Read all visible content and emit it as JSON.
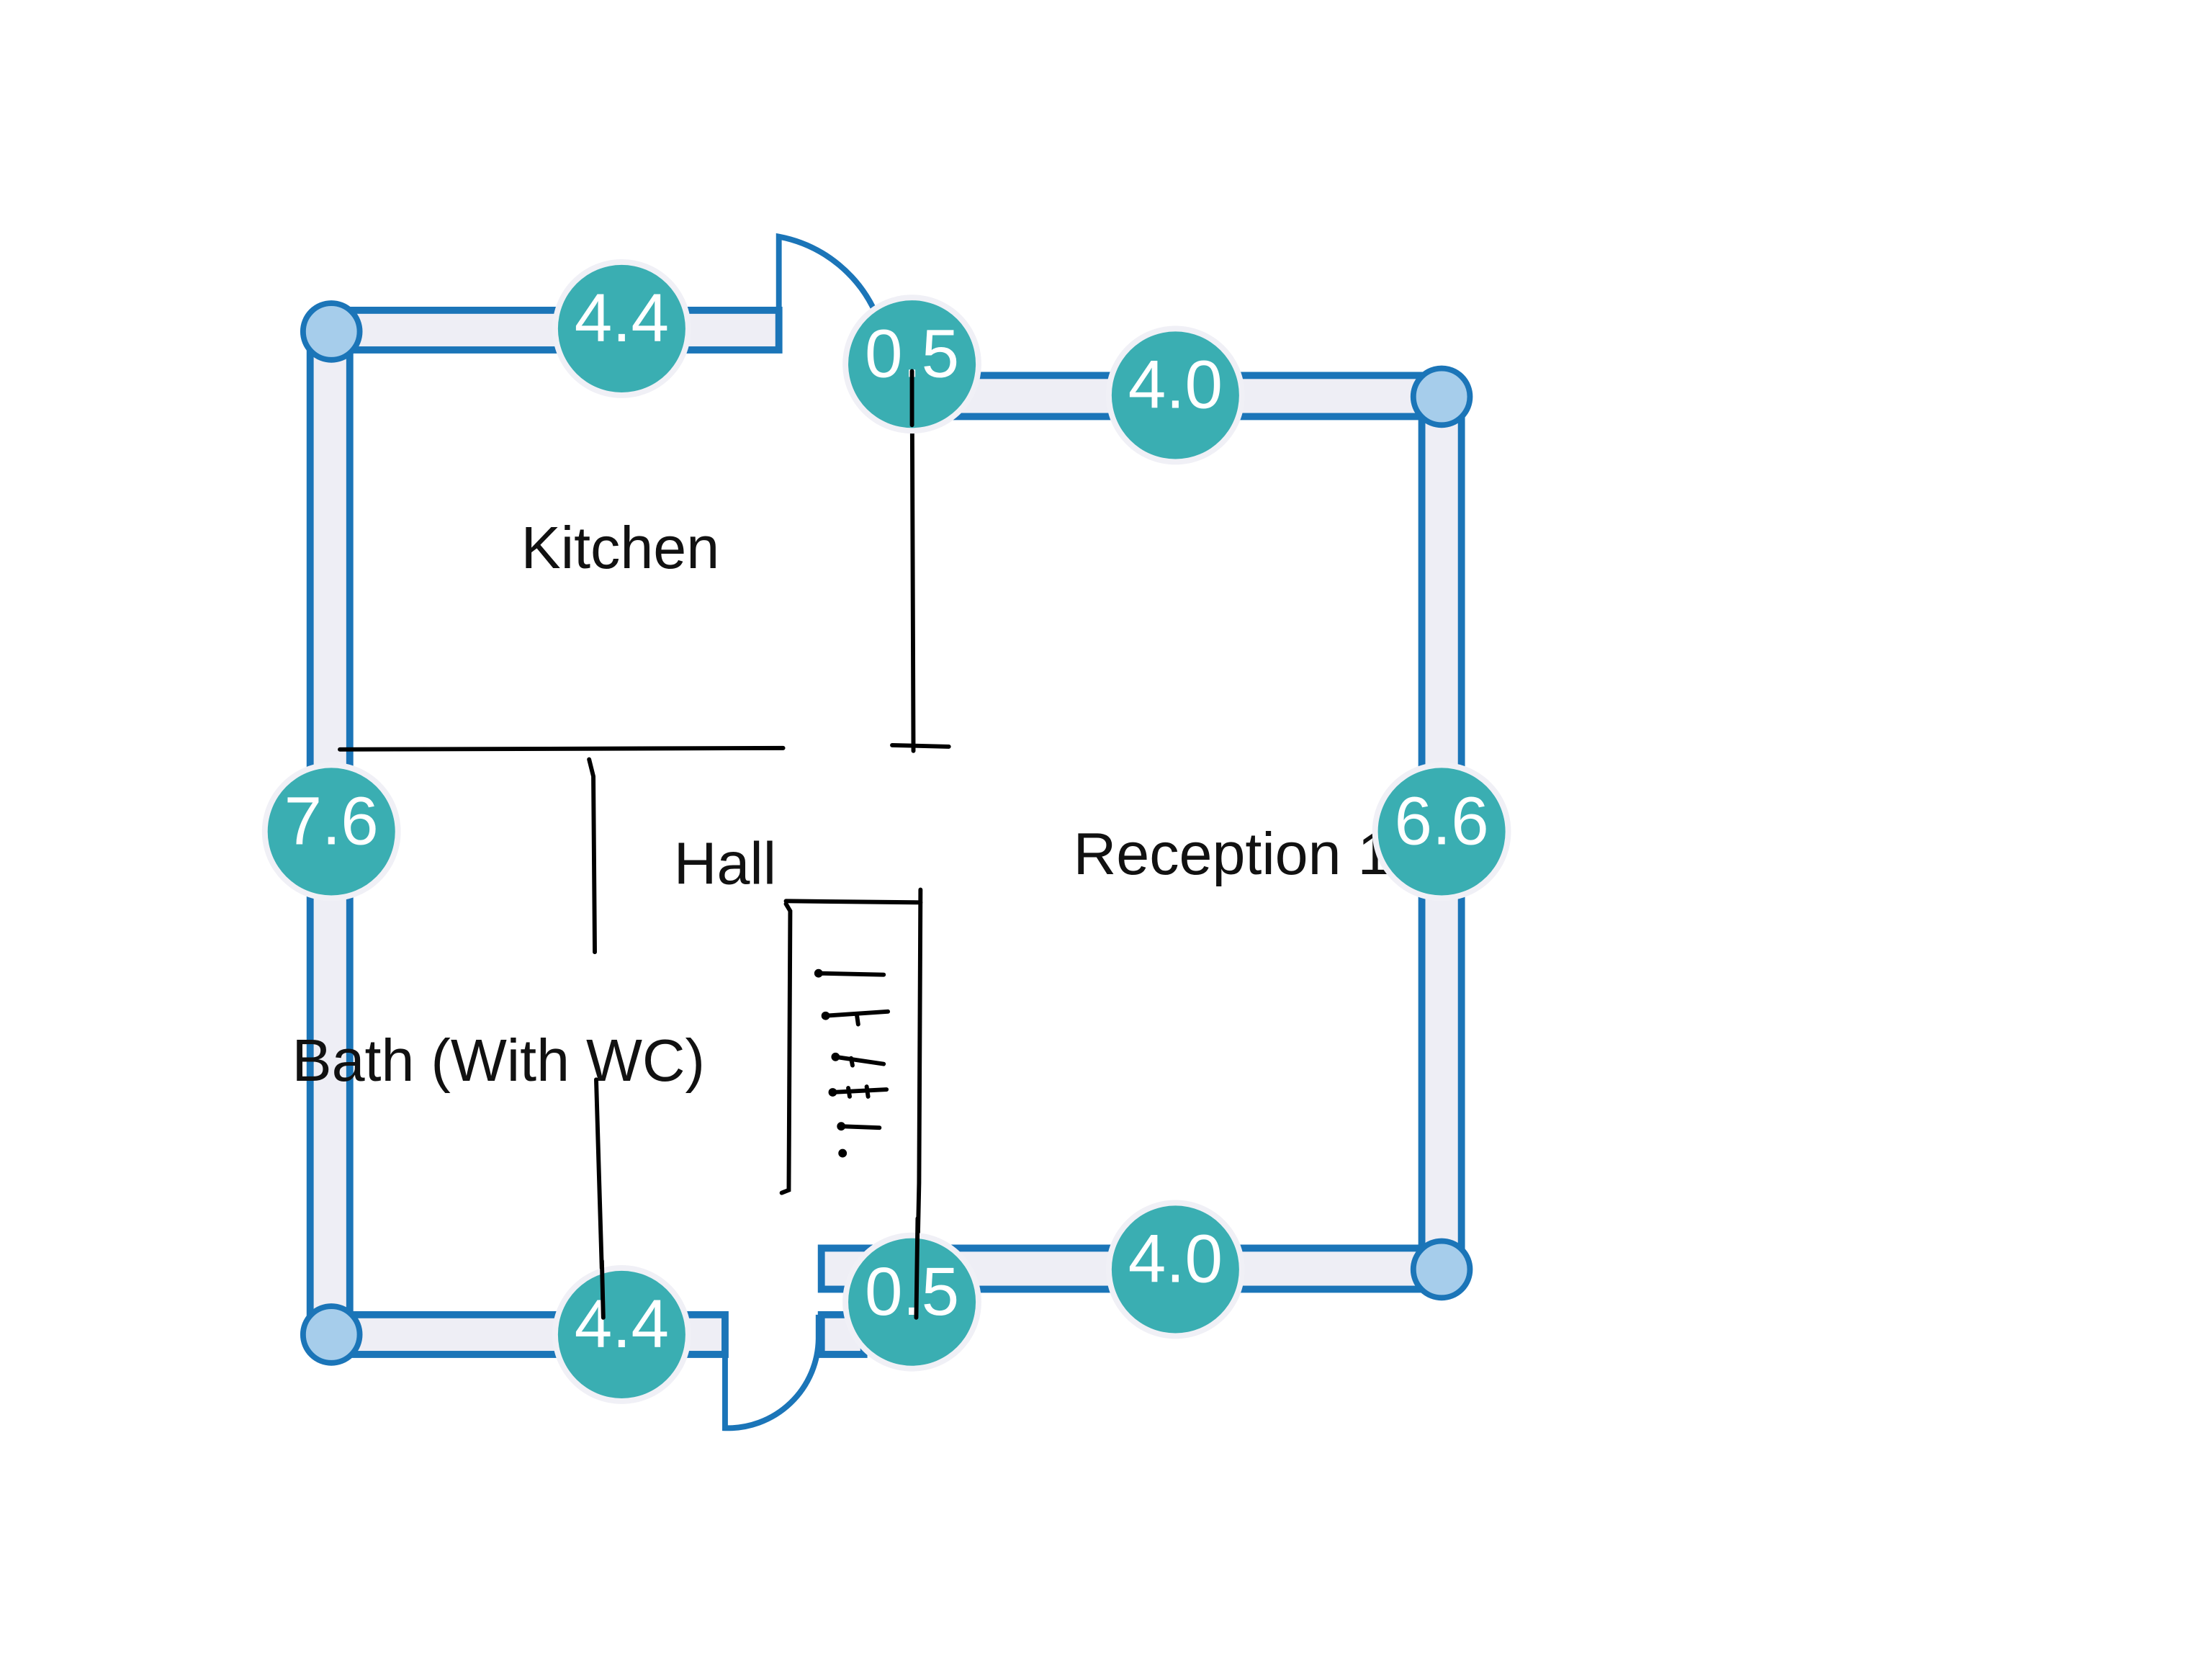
{
  "rooms": {
    "kitchen": "Kitchen",
    "hall": "Hall",
    "reception": "Reception 1",
    "bath": "Bath (With WC)"
  },
  "dimensions": {
    "top_left": "4.4",
    "top_door": "0.5",
    "top_right": "4.0",
    "left": "7.6",
    "right": "6.6",
    "bottom_left": "4.4",
    "bottom_door": "0.5",
    "bottom_right": "4.0"
  },
  "colors": {
    "wall_fill": "#eeeef5",
    "wall_stroke": "#1b75b8",
    "badge": "#3aaeb2",
    "node": "#a6cdeb",
    "sketch": "#000000"
  }
}
